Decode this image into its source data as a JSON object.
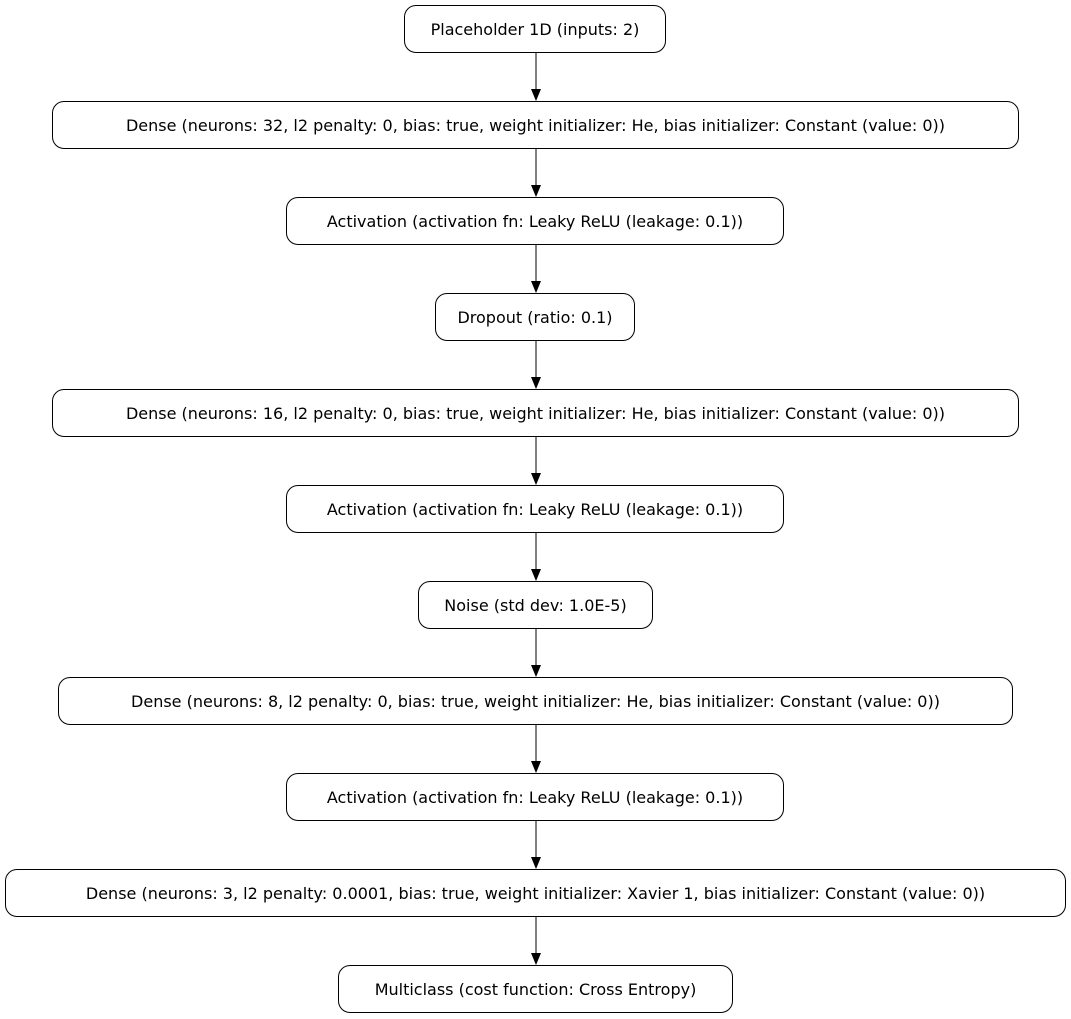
{
  "nodes": [
    {
      "id": "n0",
      "label": "Placeholder 1D (inputs: 2)"
    },
    {
      "id": "n1",
      "label": "Dense (neurons: 32, l2 penalty: 0, bias: true, weight initializer: He, bias initializer: Constant (value: 0))"
    },
    {
      "id": "n2",
      "label": "Activation (activation fn: Leaky ReLU (leakage: 0.1))"
    },
    {
      "id": "n3",
      "label": "Dropout (ratio: 0.1)"
    },
    {
      "id": "n4",
      "label": "Dense (neurons: 16, l2 penalty: 0, bias: true, weight initializer: He, bias initializer: Constant (value: 0))"
    },
    {
      "id": "n5",
      "label": "Activation (activation fn: Leaky ReLU (leakage: 0.1))"
    },
    {
      "id": "n6",
      "label": "Noise (std dev: 1.0E-5)"
    },
    {
      "id": "n7",
      "label": "Dense (neurons: 8, l2 penalty: 0, bias: true, weight initializer: He, bias initializer: Constant (value: 0))"
    },
    {
      "id": "n8",
      "label": "Activation (activation fn: Leaky ReLU (leakage: 0.1))"
    },
    {
      "id": "n9",
      "label": "Dense (neurons: 3, l2 penalty: 0.0001, bias: true, weight initializer: Xavier 1, bias initializer: Constant (value: 0))"
    },
    {
      "id": "n10",
      "label": "Multiclass (cost function: Cross Entropy)"
    }
  ],
  "edges": [
    {
      "from": "n0",
      "to": "n1"
    },
    {
      "from": "n1",
      "to": "n2"
    },
    {
      "from": "n2",
      "to": "n3"
    },
    {
      "from": "n3",
      "to": "n4"
    },
    {
      "from": "n4",
      "to": "n5"
    },
    {
      "from": "n5",
      "to": "n6"
    },
    {
      "from": "n6",
      "to": "n7"
    },
    {
      "from": "n7",
      "to": "n8"
    },
    {
      "from": "n8",
      "to": "n9"
    },
    {
      "from": "n9",
      "to": "n10"
    }
  ]
}
